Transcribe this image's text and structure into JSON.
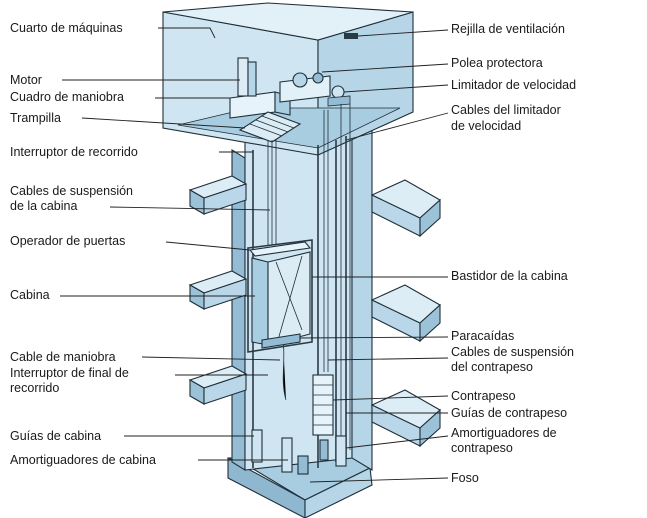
{
  "colors": {
    "shaft_light": "#cfe6f2",
    "shaft_mid": "#b6d6e8",
    "shaft_dark": "#94bcd4",
    "outline": "#1f2f3a",
    "background": "#ffffff"
  },
  "labels_left": [
    {
      "text": "Cuarto de máquinas"
    },
    {
      "text": "Motor"
    },
    {
      "text": "Cuadro de maniobra"
    },
    {
      "text": "Trampilla"
    },
    {
      "text": "Interruptor de recorrido"
    },
    {
      "text": "Cables de suspensión"
    },
    {
      "text": "de la cabina"
    },
    {
      "text": "Operador de puertas"
    },
    {
      "text": "Cabina"
    },
    {
      "text": "Cable de maniobra"
    },
    {
      "text": "Interruptor de final de"
    },
    {
      "text": "recorrido"
    },
    {
      "text": "Guías de cabina"
    },
    {
      "text": "Amortiguadores de cabina"
    }
  ],
  "labels_right": [
    {
      "text": "Rejilla de ventilación"
    },
    {
      "text": "Polea protectora"
    },
    {
      "text": "Limitador de velocidad"
    },
    {
      "text": "Cables del limitador"
    },
    {
      "text": "de velocidad"
    },
    {
      "text": "Bastidor de la cabina"
    },
    {
      "text": "Paracaídas"
    },
    {
      "text": "Cables de suspensión"
    },
    {
      "text": "del contrapeso"
    },
    {
      "text": "Contrapeso"
    },
    {
      "text": "Guías de contrapeso"
    },
    {
      "text": "Amortiguadores de"
    },
    {
      "text": "contrapeso"
    },
    {
      "text": "Foso"
    }
  ]
}
